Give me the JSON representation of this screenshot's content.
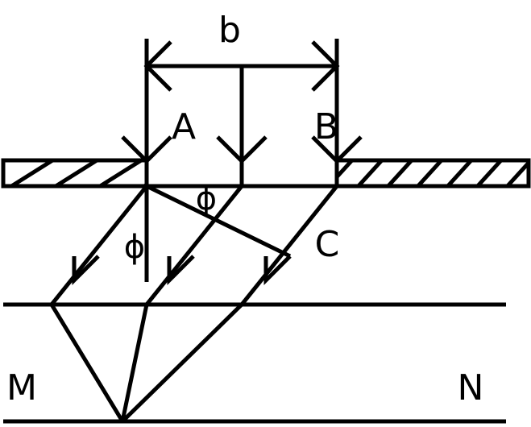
{
  "labels": {
    "width": "b",
    "point_a": "A",
    "point_b": "B",
    "point_c": "C",
    "angle_1": "ϕ",
    "angle_2": "ϕ",
    "screen_left": "M",
    "screen_right": "N"
  },
  "colors": {
    "stroke": "#000000",
    "background": "#ffffff"
  }
}
